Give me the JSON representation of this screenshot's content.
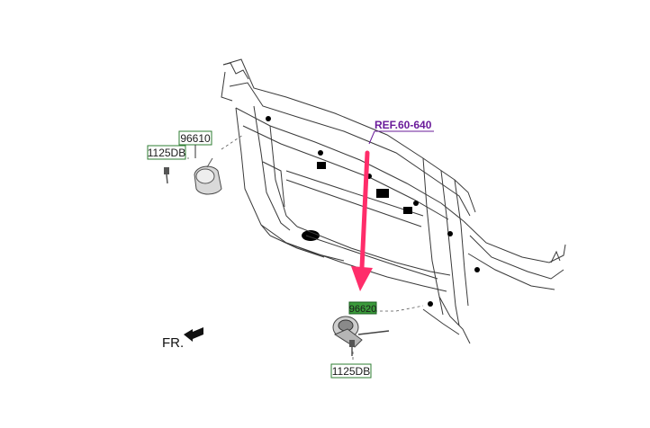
{
  "callouts": {
    "part_96610": "96610",
    "part_96620": "96620",
    "bolt_left": "1125DB",
    "bolt_bottom": "1125DB",
    "reference": "REF.60-640"
  },
  "orientation": {
    "front_label": "FR."
  },
  "colors": {
    "reference_text": "#6a1b9a",
    "pointer_arrow": "#ff2d6a",
    "highlight_96620": "#3a9a3a",
    "label_border": "#2e7d32"
  }
}
